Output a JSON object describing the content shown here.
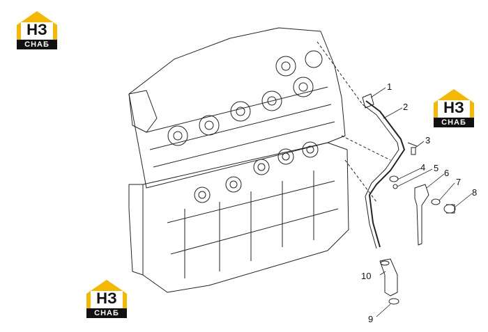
{
  "logo": {
    "mark": "НЗ",
    "word": "СНАБ"
  },
  "callouts": [
    "1",
    "2",
    "3",
    "4",
    "5",
    "6",
    "7",
    "8",
    "9",
    "10"
  ],
  "colors": {
    "ink": "#111111",
    "accent": "#f5b800",
    "background": "#ffffff"
  }
}
